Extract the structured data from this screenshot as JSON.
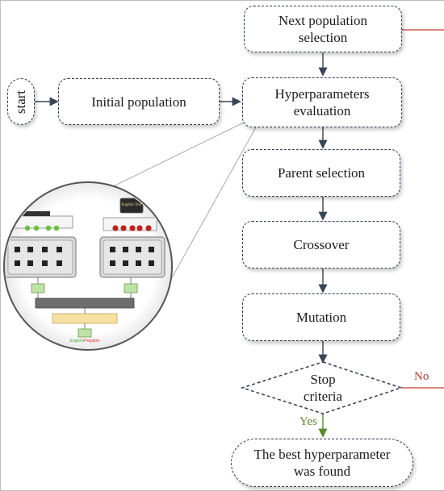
{
  "nodes": {
    "start": "start",
    "initial_population": "Initial population",
    "next_population_line1": "Next population",
    "next_population_line2": "selection",
    "hyper_eval_line1": "Hyperparameters",
    "hyper_eval_line2": "evaluation",
    "parent_selection": "Parent selection",
    "crossover": "Crossover",
    "mutation": "Mutation",
    "stop_line1": "Stop",
    "stop_line2": "criteria",
    "best_line1": "The best hyperparameter",
    "best_line2": "was found"
  },
  "edges": {
    "yes": "Yes",
    "no": "No"
  },
  "inset": {
    "tag_right": "English Text",
    "bottom_label_part1": "English",
    "bottom_label_part2": "/Pegalize"
  },
  "colors": {
    "border": "#2f3d4f",
    "arrow": "#3a4556",
    "yes_arrow": "#5a8a2a",
    "no_line": "#c0392b",
    "inset_green_dot": "#6bbf3a",
    "inset_red_dot": "#c0201b",
    "inset_bar": "#6e6e6e",
    "inset_yellow": "#f7e0a3",
    "inset_green_box": "#bfe3a6"
  }
}
